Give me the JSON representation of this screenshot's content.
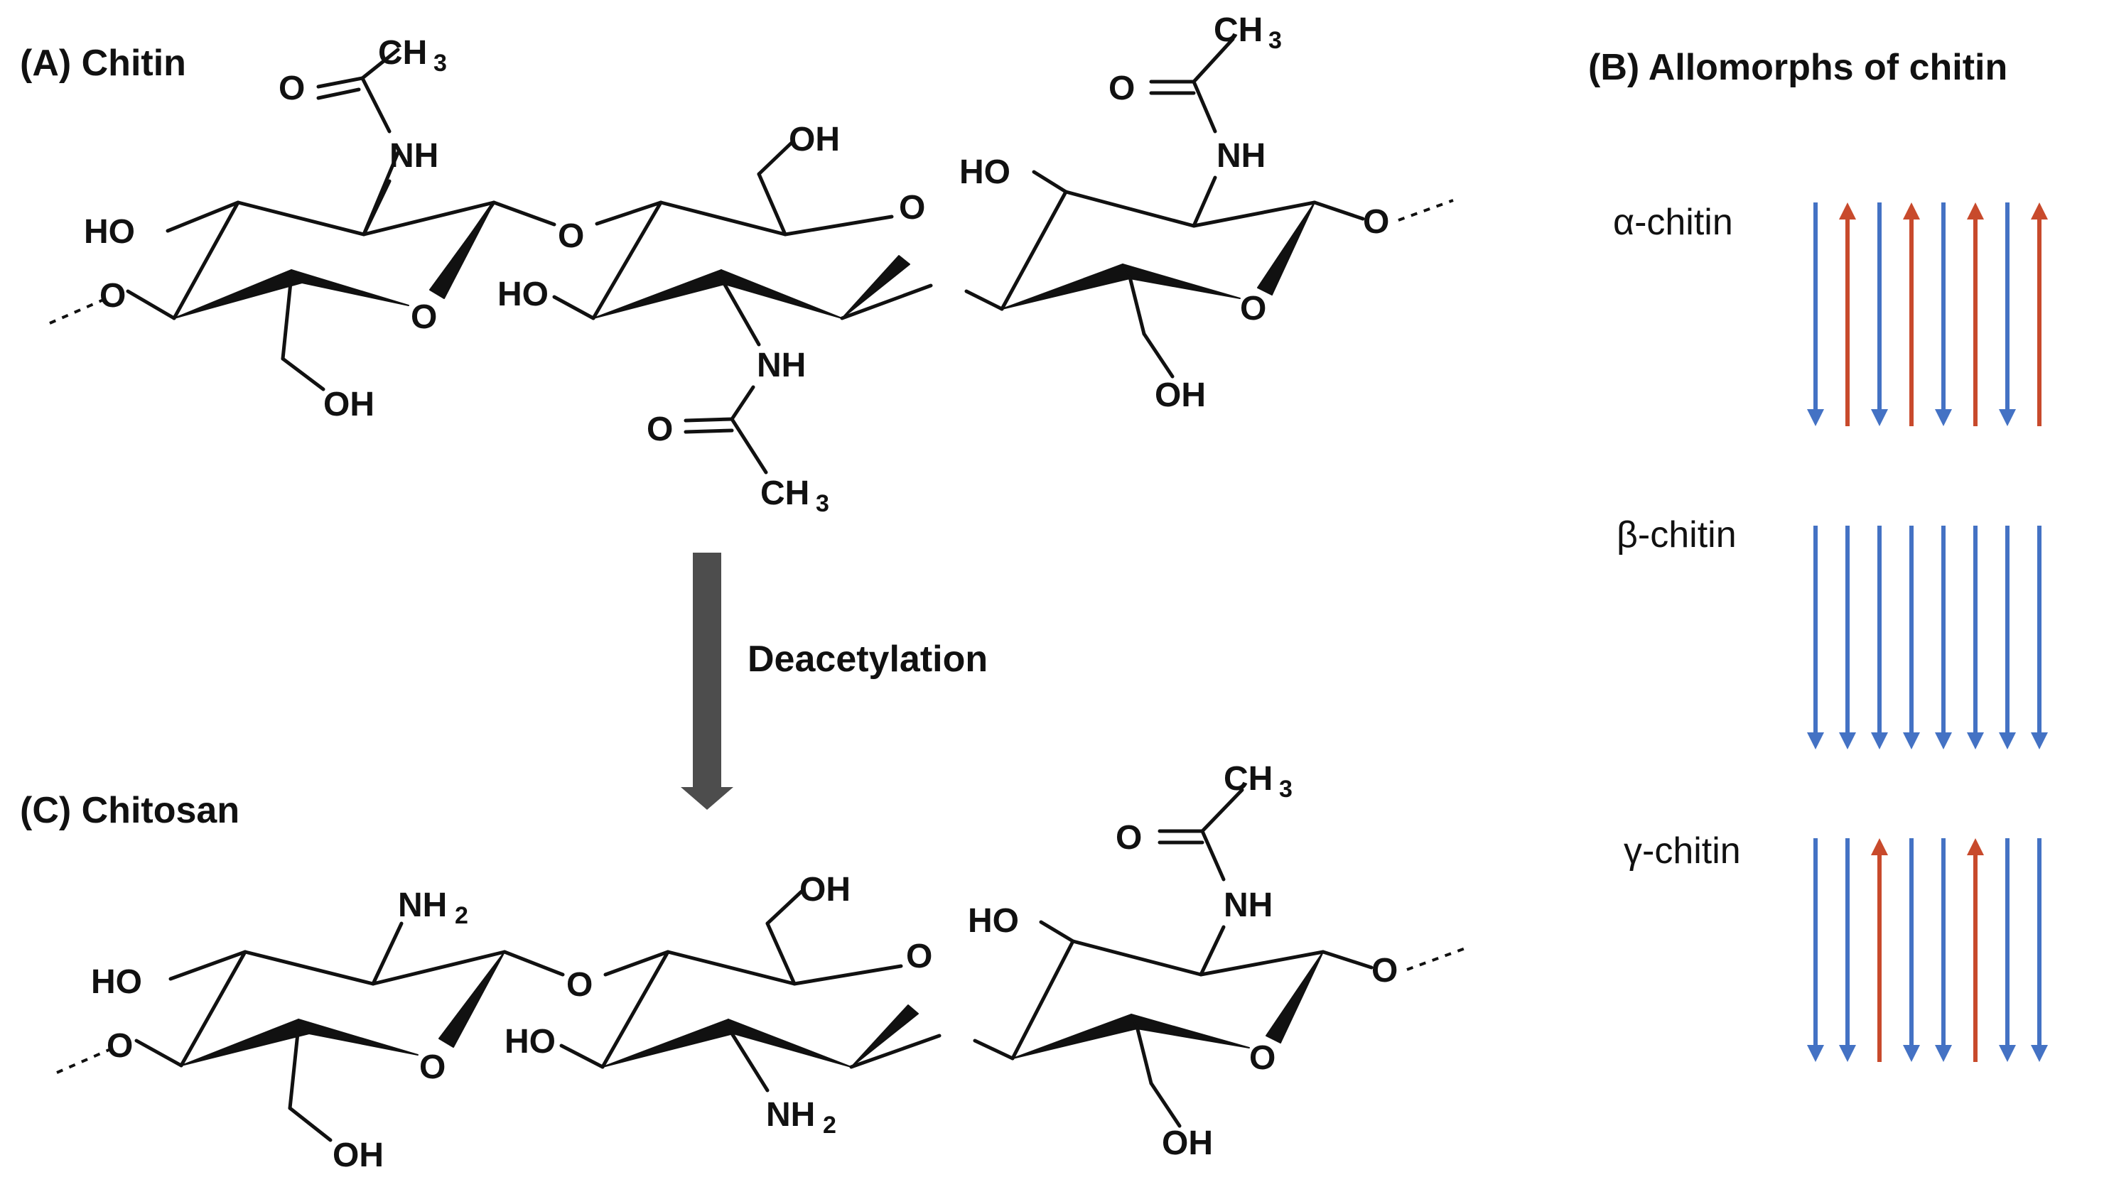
{
  "panel_a": {
    "title": "(A) Chitin",
    "atoms": {
      "ch3": "CH",
      "three": "3",
      "o": "O",
      "nh": "NH",
      "ho": "HO",
      "oh": "OH"
    }
  },
  "panel_c": {
    "title": "(C) Chitosan",
    "atoms": {
      "ch3": "CH",
      "three": "3",
      "o": "O",
      "nh": "NH",
      "nh2": "NH",
      "two": "2",
      "ho": "HO",
      "oh": "OH"
    }
  },
  "process": {
    "label": "Deacetylation",
    "arrow_color": "#4d4d4d"
  },
  "panel_b": {
    "title": "(B) Allomorphs of chitin",
    "colors": {
      "down": "#4472c4",
      "up": "#c84a2c"
    },
    "allomorphs": [
      {
        "name": "α-chitin",
        "arrows": [
          "down",
          "up",
          "down",
          "up",
          "down",
          "up",
          "down",
          "up"
        ]
      },
      {
        "name": "β-chitin",
        "arrows": [
          "down",
          "down",
          "down",
          "down",
          "down",
          "down",
          "down",
          "down"
        ]
      },
      {
        "name": "γ-chitin",
        "arrows": [
          "down",
          "down",
          "up",
          "down",
          "down",
          "up",
          "down",
          "down"
        ]
      }
    ]
  }
}
